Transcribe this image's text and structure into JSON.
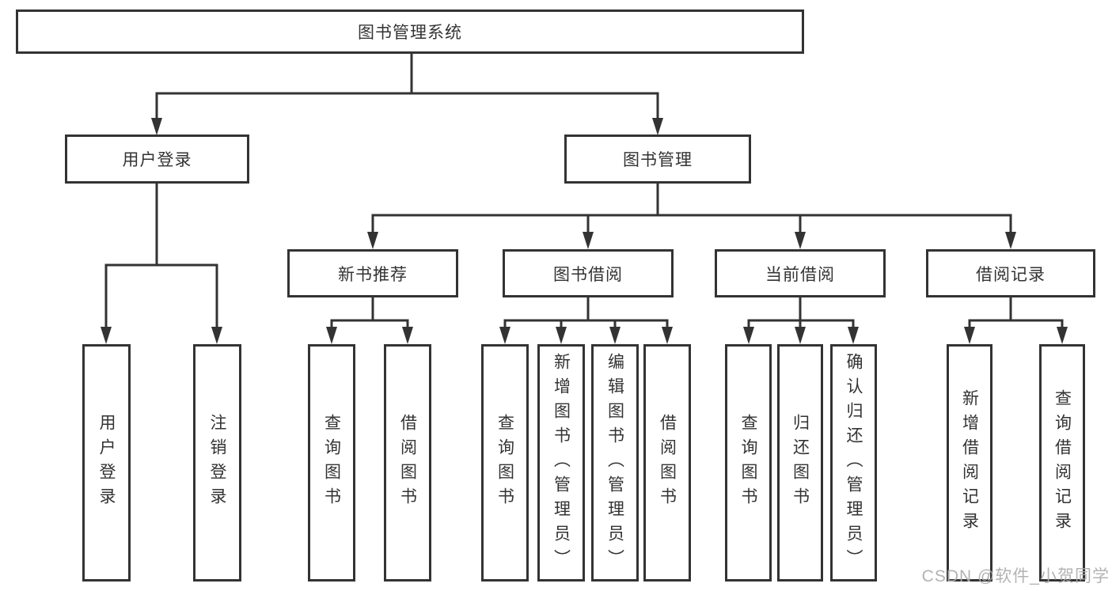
{
  "tree": {
    "label": "图书管理系统",
    "children": [
      {
        "label": "用户登录",
        "children": [
          {
            "label": "用户登录"
          },
          {
            "label": "注销登录"
          }
        ]
      },
      {
        "label": "图书管理",
        "children": [
          {
            "label": "新书推荐",
            "children": [
              {
                "label": "查询图书"
              },
              {
                "label": "借阅图书"
              }
            ]
          },
          {
            "label": "图书借阅",
            "children": [
              {
                "label": "查询图书"
              },
              {
                "label": "新增图书（管理员）"
              },
              {
                "label": "编辑图书（管理员）"
              },
              {
                "label": "借阅图书"
              }
            ]
          },
          {
            "label": "当前借阅",
            "children": [
              {
                "label": "查询图书"
              },
              {
                "label": "归还图书"
              },
              {
                "label": "确认归还（管理员）"
              }
            ]
          },
          {
            "label": "借阅记录",
            "children": [
              {
                "label": "新增借阅记录"
              },
              {
                "label": "查询借阅记录"
              }
            ]
          }
        ]
      }
    ]
  },
  "watermark": {
    "text": "CSDN @软件_小贺同学"
  },
  "colors": {
    "line": "#333333",
    "text": "#333333",
    "watermark": "#acacac"
  }
}
